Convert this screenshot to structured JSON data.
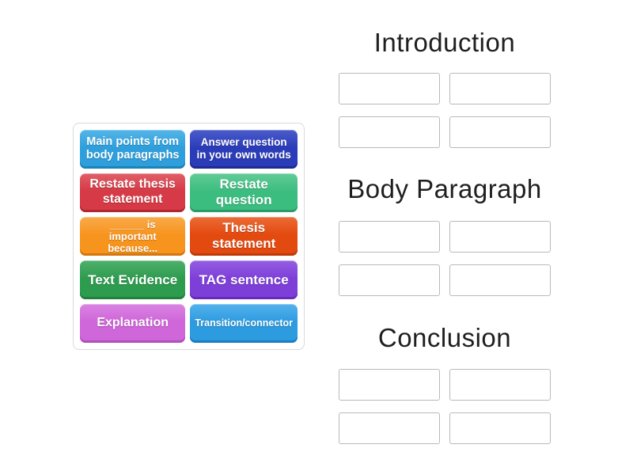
{
  "activity": {
    "tray": {
      "tiles": [
        {
          "label": "Main points from body paragraphs",
          "colors": {
            "light": "#55b6e8",
            "base": "#2e9fdc",
            "dark": "#1b82ba"
          }
        },
        {
          "label": "Answer question in your own words",
          "colors": {
            "light": "#4b5ccb",
            "base": "#2b3cb9",
            "dark": "#1e2b94"
          }
        },
        {
          "label": "Restate thesis statement",
          "colors": {
            "light": "#e05e68",
            "base": "#d63a46",
            "dark": "#b02733"
          }
        },
        {
          "label": "Restate question",
          "colors": {
            "light": "#62cb97",
            "base": "#3cbd80",
            "dark": "#2b9c67"
          }
        },
        {
          "label": "______ is important because...",
          "colors": {
            "light": "#f9ab4b",
            "base": "#f7941e",
            "dark": "#d4770f"
          }
        },
        {
          "label": "Thesis statement",
          "colors": {
            "light": "#ec6c36",
            "base": "#e34a10",
            "dark": "#bf3a09"
          }
        },
        {
          "label": "Text Evidence",
          "colors": {
            "light": "#4fb06c",
            "base": "#2e9c4f",
            "dark": "#20803c"
          }
        },
        {
          "label": "TAG sentence",
          "colors": {
            "light": "#955ee2",
            "base": "#7e3fd9",
            "dark": "#662bba"
          }
        },
        {
          "label": "Explanation",
          "colors": {
            "light": "#da84e3",
            "base": "#cf66d9",
            "dark": "#b150bb"
          }
        },
        {
          "label": "Transition/connector",
          "colors": {
            "light": "#54b2ec",
            "base": "#2d9be0",
            "dark": "#1a7fc2"
          }
        }
      ]
    },
    "groups": [
      {
        "title": "Introduction",
        "visible_slots": 4
      },
      {
        "title": "Body Paragraph",
        "visible_slots": 4
      },
      {
        "title": "Conclusion",
        "visible_slots": 4
      }
    ],
    "colors": {
      "background": "#ffffff",
      "header_text": "#1f1f1f",
      "slot_border": "#b9b9b9",
      "tray_border": "#d9d9d9"
    }
  }
}
